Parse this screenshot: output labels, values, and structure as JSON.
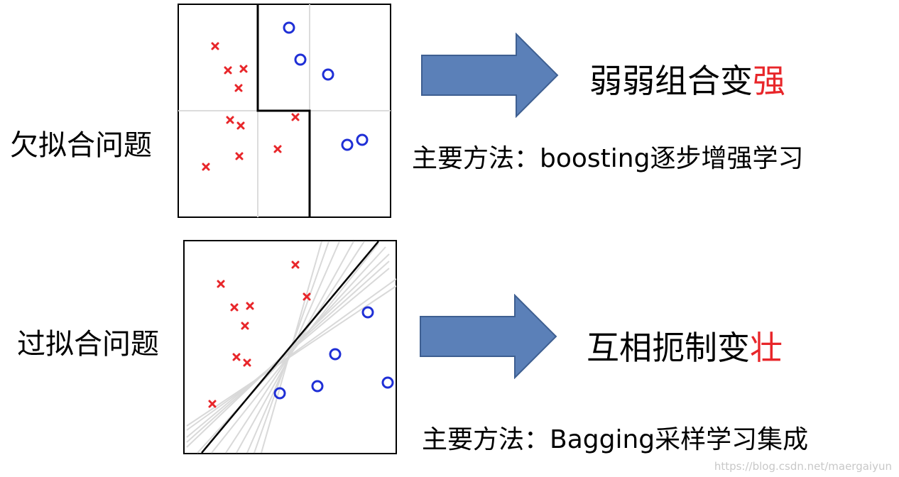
{
  "underfit": {
    "label": "欠拟合问题",
    "headline_main": "弱弱组合变",
    "headline_accent": "强",
    "method": "主要方法：boosting逐步增强学习"
  },
  "overfit": {
    "label": "过拟合问题",
    "headline_main": "互相扼制变",
    "headline_accent": "壮",
    "method": "主要方法：Bagging采样学习集成"
  },
  "watermark": "https://blog.csdn.net/maergaiyun",
  "colors": {
    "cross": "#e8262a",
    "circle": "#1f2fd6",
    "arrow_fill": "#5b80b8",
    "arrow_stroke": "#3e5f91",
    "accent": "#e8262a",
    "grid": "#dcdcdc"
  }
}
